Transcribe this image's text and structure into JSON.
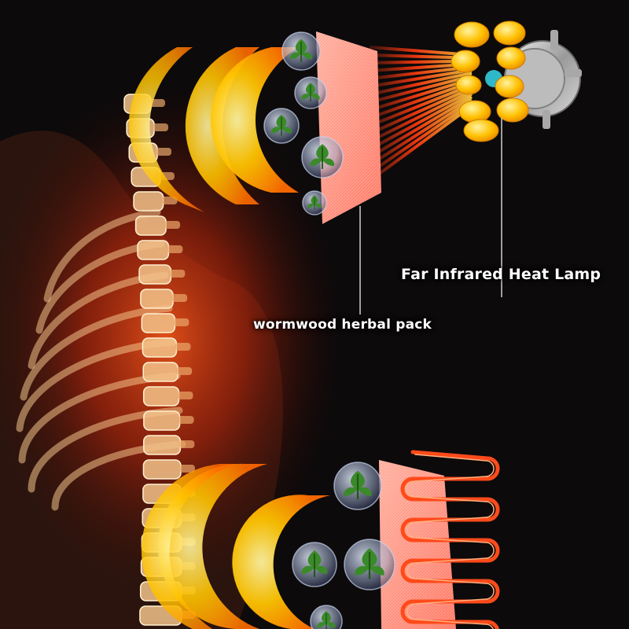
{
  "labels": {
    "lamp": "Far Infrared Heat Lamp",
    "pack": "wormwood herbal pack"
  },
  "colors": {
    "background": "#0c0a0b",
    "heat_glow": "#ff9a00",
    "bone": "#f2c28a",
    "infrared_ray": "#ff3a10",
    "heating_wire": "#ff4a1a",
    "herb": "#3b8a2a",
    "label_text": "#ffffff"
  },
  "icons": [
    "spine-skeleton",
    "herb-leaf-icon",
    "heat-lamp-icon",
    "heating-coil-icon"
  ]
}
